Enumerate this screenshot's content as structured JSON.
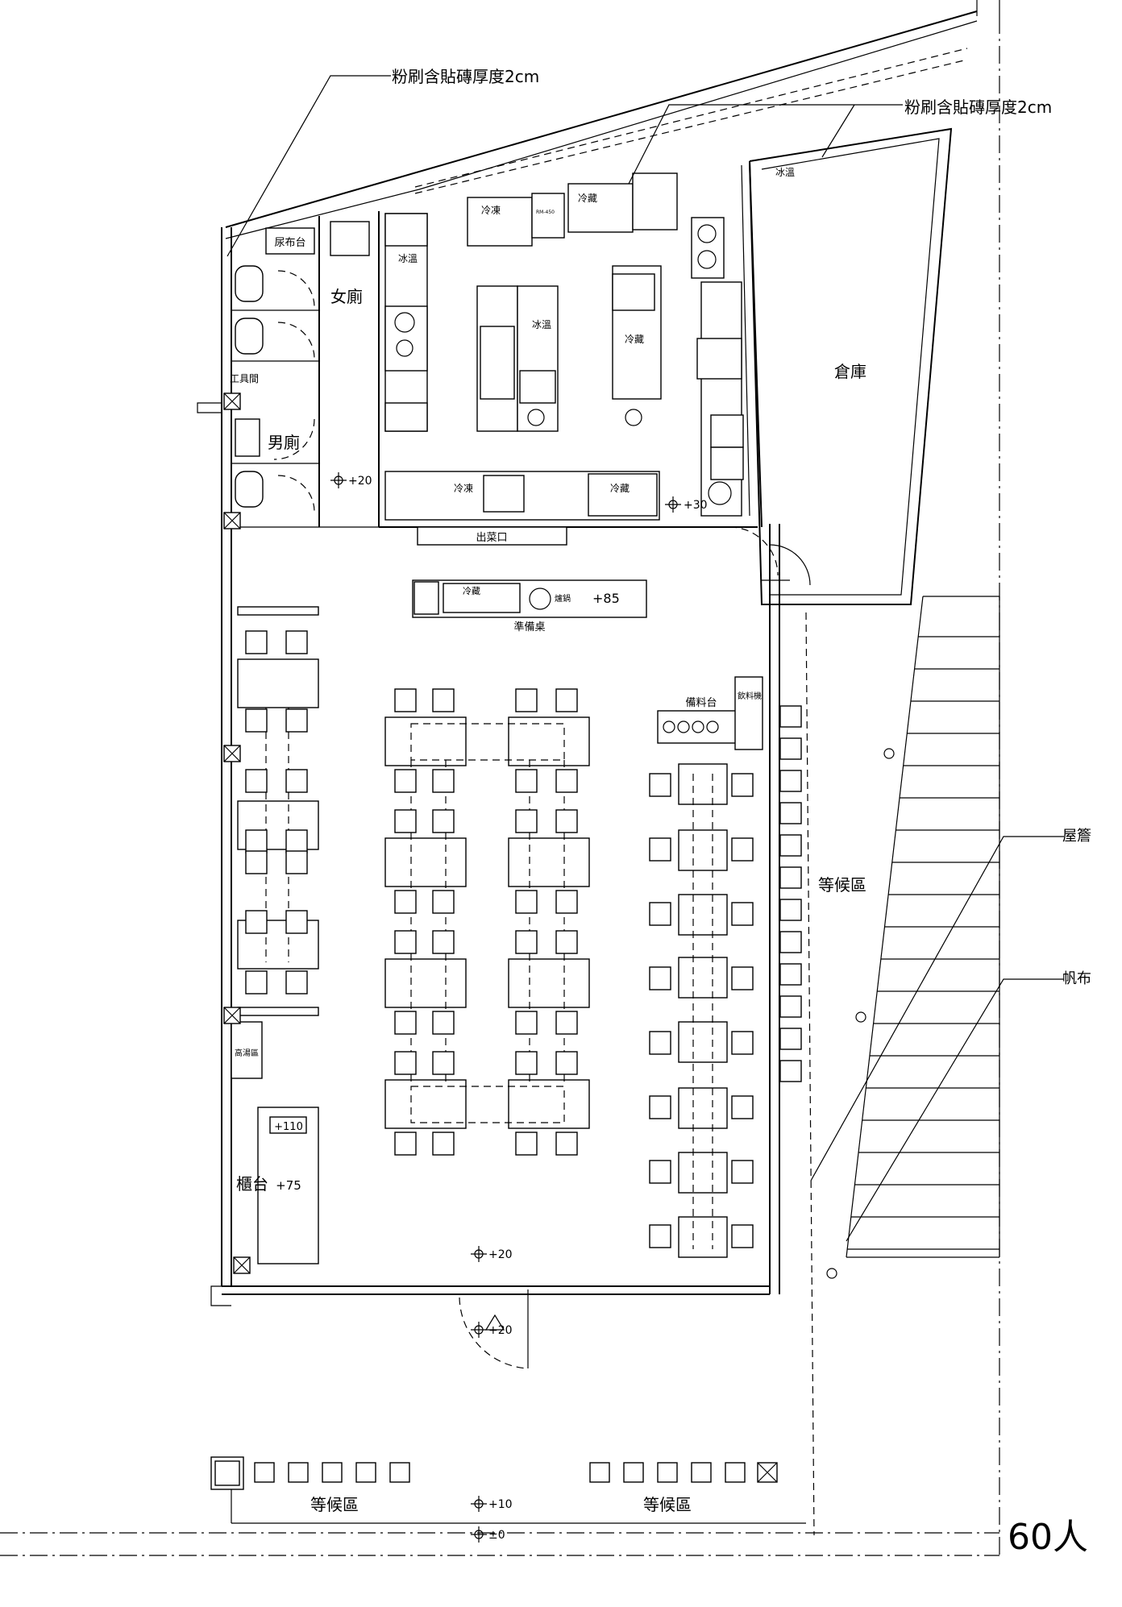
{
  "annotations": {
    "plaster_thickness_1": "粉刷含貼磚厚度2cm",
    "plaster_thickness_2": "粉刷含貼磚厚度2cm",
    "eaves": "屋簷",
    "canvas": "帆布",
    "capacity": "60人"
  },
  "rooms": {
    "womens_restroom": "女廁",
    "mens_restroom": "男廁",
    "diaper_station": "尿布台",
    "tool_room": "工具間",
    "storage": "倉庫",
    "waiting_area_side": "等候區",
    "waiting_area_left": "等候區",
    "waiting_area_right": "等候區",
    "counter": "櫃台",
    "high_chair": "高湯區",
    "serving_window": "出菜口",
    "prep_table": "準備桌",
    "drinks_station": "備料台",
    "drink_machine": "飲料機"
  },
  "kitchen_labels": {
    "freezer_1": "冷凍",
    "fridge_1": "冷藏",
    "ice_1": "冰溫",
    "ice_2": "冰溫",
    "ice_3": "冰溫",
    "freezer_2": "冷凍",
    "fridge_2": "冷藏",
    "fridge_3": "冷藏",
    "prep_freezer": "冷藏",
    "prep_tag": "RM-450",
    "prep_stove": "爐鍋"
  },
  "levels": {
    "restroom": "+20",
    "kitchen": "+30",
    "prep": "+85",
    "dining": "+20",
    "entrance": "+20",
    "counter_top": "+110",
    "counter": "+75",
    "outdoor": "+10",
    "ground": "±0"
  },
  "icons": {
    "level_marker": "crosshair-circle-icon",
    "entrance": "triangle-icon",
    "column": "x-box-icon"
  }
}
